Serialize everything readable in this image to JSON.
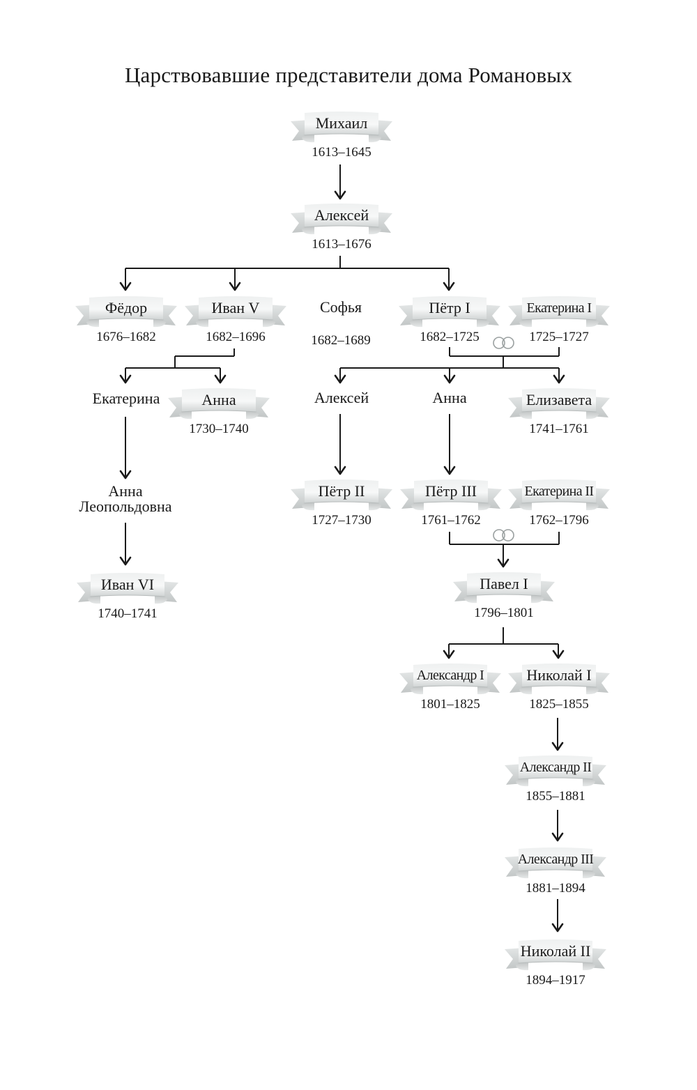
{
  "title": "Царствовавшие представители дома Романовых",
  "colors": {
    "ink": "#1a1a1a",
    "ribbon_light": "#f4f5f5",
    "ribbon_dark": "#bcc0c0",
    "rings": "#9aa0a0"
  },
  "icons": {
    "marriage": "marriage-rings-icon",
    "arrow": "arrow-down-icon"
  },
  "nodes": {
    "mikhail": {
      "name": "Михаил",
      "years": "1613–1645",
      "ruler": true
    },
    "aleksei1": {
      "name": "Алексей",
      "years": "1613–1676",
      "ruler": true
    },
    "fedor": {
      "name": "Фёдор",
      "years": "1676–1682",
      "ruler": true
    },
    "ivan5": {
      "name": "Иван V",
      "years": "1682–1696",
      "ruler": true
    },
    "sofia": {
      "name": "Софья",
      "years": "1682–1689",
      "ruler": false
    },
    "petr1": {
      "name": "Пётр I",
      "years": "1682–1725",
      "ruler": true
    },
    "ekaterina1": {
      "name": "Екатерина I",
      "years": "1725–1727",
      "ruler": true
    },
    "ekaterina_iv": {
      "name": "Екатерина",
      "ruler": false
    },
    "anna_iv": {
      "name": "Анна",
      "years": "1730–1740",
      "ruler": true
    },
    "aleksei_p": {
      "name": "Алексей",
      "ruler": false
    },
    "anna_p": {
      "name": "Анна",
      "ruler": false
    },
    "elizaveta": {
      "name": "Елизавета",
      "years": "1741–1761",
      "ruler": true
    },
    "anna_leop_1": {
      "name": "Анна",
      "ruler": false
    },
    "anna_leop_2": {
      "name": "Леопольдовна",
      "ruler": false
    },
    "petr2": {
      "name": "Пётр II",
      "years": "1727–1730",
      "ruler": true
    },
    "petr3": {
      "name": "Пётр III",
      "years": "1761–1762",
      "ruler": true
    },
    "ekaterina2": {
      "name": "Екатерина II",
      "years": "1762–1796",
      "ruler": true
    },
    "ivan6": {
      "name": "Иван VI",
      "years": "1740–1741",
      "ruler": true
    },
    "pavel1": {
      "name": "Павел I",
      "years": "1796–1801",
      "ruler": true
    },
    "aleksandr1": {
      "name": "Александр I",
      "years": "1801–1825",
      "ruler": true
    },
    "nikolai1": {
      "name": "Николай I",
      "years": "1825–1855",
      "ruler": true
    },
    "aleksandr2": {
      "name": "Александр II",
      "years": "1855–1881",
      "ruler": true
    },
    "aleksandr3": {
      "name": "Александр III",
      "years": "1881–1894",
      "ruler": true
    },
    "nikolai2": {
      "name": "Николай II",
      "years": "1894–1917",
      "ruler": true
    }
  }
}
